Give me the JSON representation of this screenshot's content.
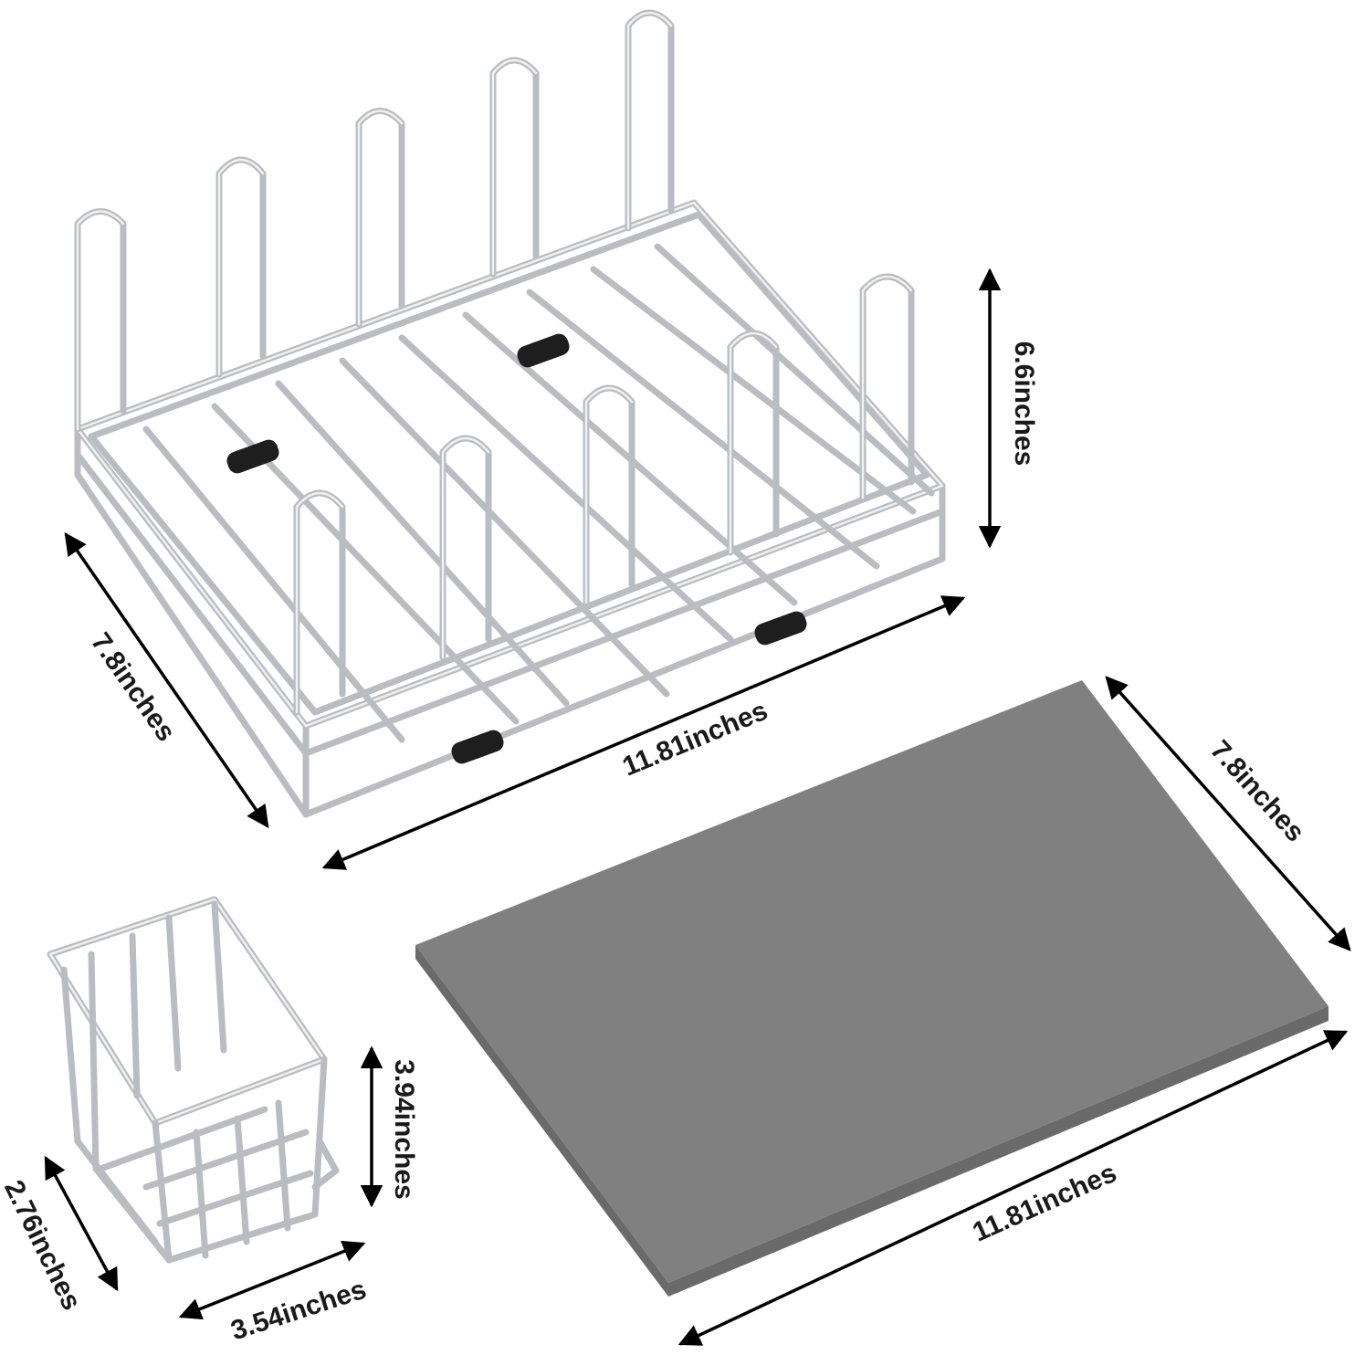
{
  "colors": {
    "background": "#ffffff",
    "wire": "#b9bcc0",
    "wire_highlight": "#eef0f2",
    "rubber_foot": "#1e1e1e",
    "mat_top": "#808080",
    "mat_edge": "#6a6a6a",
    "arrow": "#000000"
  },
  "products": {
    "dish_rack": {
      "width_label": "11.81inches",
      "depth_label": "7.8inches",
      "height_label": "6.6inches"
    },
    "drain_mat": {
      "width_label": "11.81inches",
      "depth_label": "7.8inches"
    },
    "utensil_holder": {
      "width_label": "3.54inches",
      "depth_label": "2.76inches",
      "height_label": "3.94inches"
    }
  }
}
